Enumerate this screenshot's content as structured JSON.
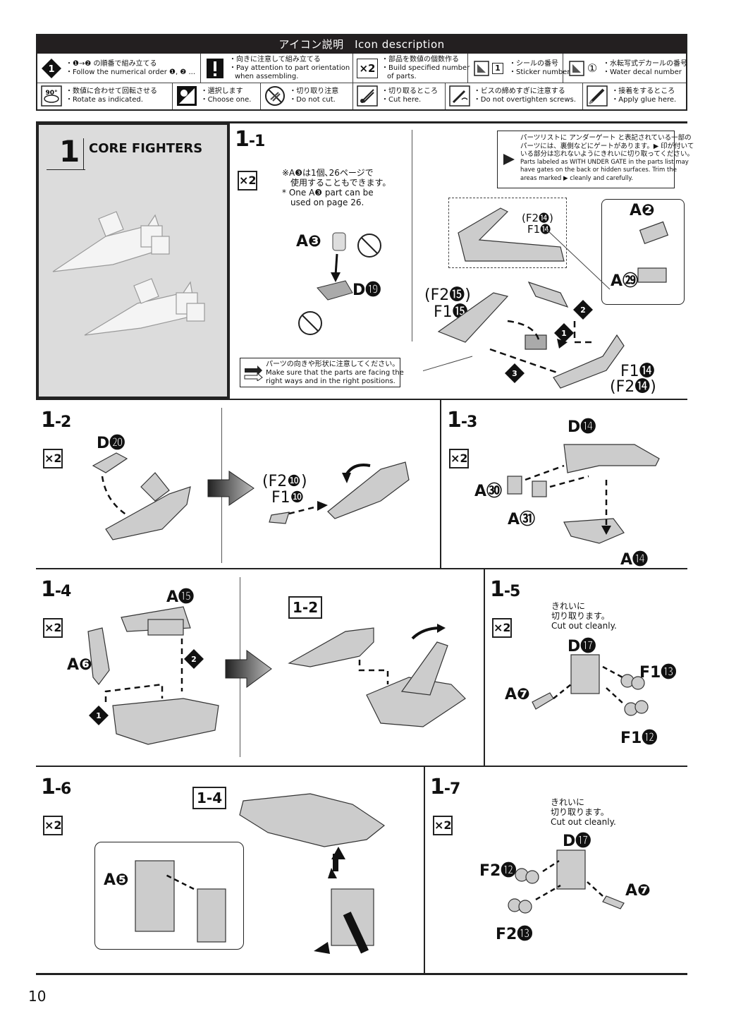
{
  "legend": {
    "title": "アイコン説明　Icon description",
    "row1": [
      {
        "icon": "numbered-order-icon",
        "jp": "・❶→❷ の順番で組み立てる",
        "en": "・Follow the numerical order ❶, ❷ ..."
      },
      {
        "icon": "exclamation-icon",
        "jp": "・向きに注意して組み立てる",
        "en": "・Pay attention to part orientation",
        "en2": "when assembling."
      },
      {
        "icon": "x2-icon",
        "icon_text": "×2",
        "jp": "・部品を数値の個数作る",
        "en": "・Build specified number",
        "en2": "of parts."
      },
      {
        "icon": "sticker-icon",
        "icon_text": "1",
        "jp": "・シールの番号",
        "en": "・Sticker number"
      },
      {
        "icon": "water-decal-icon",
        "icon_text": "①",
        "jp": "・水転写式デカールの番号",
        "en": "・Water decal number"
      }
    ],
    "row2": [
      {
        "icon": "rotate-icon",
        "icon_text": "90°",
        "jp": "・数値に合わせて回転させる",
        "en": "・Rotate as indicated."
      },
      {
        "icon": "choose-one-icon",
        "jp": "・選択します",
        "en": "・Choose one."
      },
      {
        "icon": "do-not-cut-icon",
        "jp": "・切り取り注意",
        "en": "・Do not cut."
      },
      {
        "icon": "cut-here-icon",
        "jp": "・切り取るところ",
        "en": "・Cut here."
      },
      {
        "icon": "screw-icon",
        "jp": "・ビスの締めすぎに注意する",
        "en": "・Do not overtighten screws."
      },
      {
        "icon": "glue-icon",
        "jp": "・接着をするところ",
        "en": "・Apply glue here."
      }
    ]
  },
  "section": {
    "number": "1",
    "title": "CORE FIGHTERS"
  },
  "step_1_1": {
    "label": "1",
    "sub": "-1",
    "qty": "×2",
    "note_jp1": "※A❸は1個､26ページで",
    "note_jp2": "　使用することもできます。",
    "note_en1": "* One A❸ part can be",
    "note_en2": "　used on page 26.",
    "part_a3": "A❸",
    "part_d19": "D⓳",
    "orient_jp": "パーツの向きや形状に注意してください。",
    "orient_en1": "Make sure that the parts are facing the",
    "orient_en2": "right ways and in the right positions.",
    "gate_jp1": "パーツリストに アンダーゲート と表記されている一部の",
    "gate_jp2": "パーツには、裏側などにゲートがあります。▶ 印が付いて",
    "gate_jp3": "いる部分は忘れないようにきれいに切り取ってください。",
    "gate_en1": "Parts labeled as  WITH UNDER GATE  in the parts list may",
    "gate_en2": "have gates on the back or hidden surfaces. Trim the",
    "gate_en3": "areas marked ▶ cleanly and carefully.",
    "p_f2_14_top": "(F2⓮)",
    "p_f1_14_top": "F1⓮",
    "p_a2": "A❷",
    "p_a29": "A㉙",
    "p_f2_15": "(F2⓯)",
    "p_f1_15": "F1⓯",
    "p_f1_14": "F1⓮",
    "p_f2_14": "(F2⓮)",
    "order1": "1",
    "order2": "2",
    "order3": "3"
  },
  "step_1_2": {
    "label": "1",
    "sub": "-2",
    "qty": "×2",
    "p_d20": "D⓴",
    "p_f2_10": "(F2❿)",
    "p_f1_10": "F1❿"
  },
  "step_1_3": {
    "label": "1",
    "sub": "-3",
    "qty": "×2",
    "p_d14": "D⓮",
    "p_a30": "A㉚",
    "p_a31": "A㉛",
    "p_a14": "A⓮"
  },
  "step_1_4": {
    "label": "1",
    "sub": "-4",
    "qty": "×2",
    "p_a15": "A⓯",
    "p_a6": "A❻",
    "ref": "1-2",
    "order1": "1",
    "order2": "2"
  },
  "step_1_5": {
    "label": "1",
    "sub": "-5",
    "qty": "×2",
    "cut_jp1": "きれいに",
    "cut_jp2": "切り取ります。",
    "cut_en": "Cut out cleanly.",
    "p_d17": "D⓱",
    "p_f1_13": "F1⓭",
    "p_a7": "A❼",
    "p_f1_12": "F1⓬"
  },
  "step_1_6": {
    "label": "1",
    "sub": "-6",
    "qty": "×2",
    "ref": "1-4",
    "p_a5": "A❺"
  },
  "step_1_7": {
    "label": "1",
    "sub": "-7",
    "qty": "×2",
    "cut_jp1": "きれいに",
    "cut_jp2": "切り取ります。",
    "cut_en": "Cut out cleanly.",
    "p_d17": "D⓱",
    "p_f2_12": "F2⓬",
    "p_a7": "A❼",
    "p_f2_13": "F2⓭"
  },
  "page_number": "10"
}
